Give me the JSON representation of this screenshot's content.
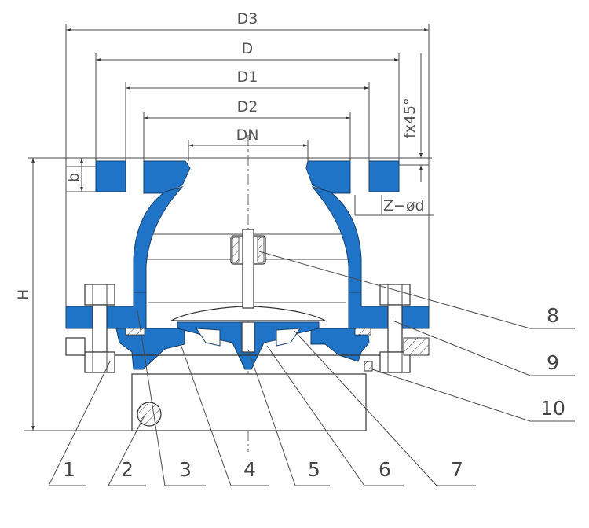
{
  "dimensions": {
    "d3": "D3",
    "d": "D",
    "d1": "D1",
    "d2": "D2",
    "dn": "DN",
    "chamfer": "fx45°",
    "bolt_holes": "Z−ød",
    "flange_thickness": "b",
    "height": "H"
  },
  "callouts": [
    "1",
    "2",
    "3",
    "4",
    "5",
    "6",
    "7",
    "8",
    "9",
    "10"
  ],
  "colors": {
    "body": "#1f74c8",
    "outline": "#333333",
    "dimension_lines": "#4a4a4a"
  }
}
